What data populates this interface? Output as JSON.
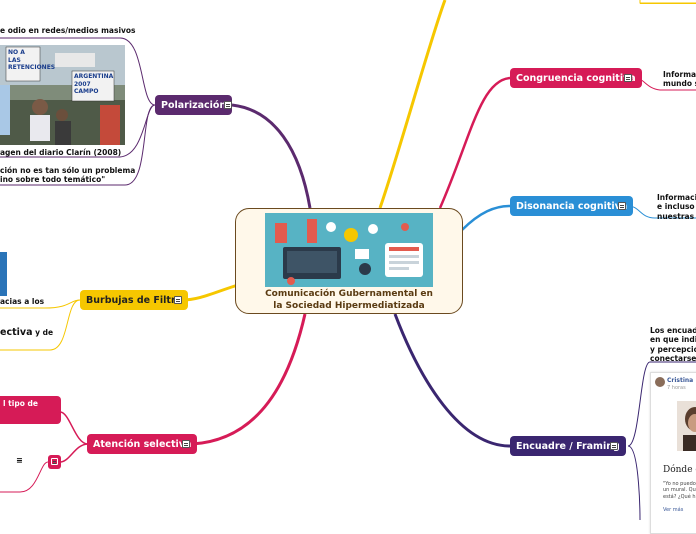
{
  "center": {
    "title_line1": "Comunicación Gubernamental en",
    "title_line2": "la Sociedad Hipermediatizada"
  },
  "nodes": {
    "polarizacion": "Polarización",
    "burbujas": "Burbujas de Filtro",
    "atencion": "Atención selectiva",
    "congruencia": "Congruencia cognitiva",
    "disonancia": "Disonancia cognitiva",
    "encuadre": "Encuadre / Framing"
  },
  "subtexts": {
    "odio": "e odio en redes/medios masivos",
    "clarin": "agen del diario Clarín (2008)",
    "problema_1": "ción no es tan sólo un problema",
    "problema_2": "ino sobre todo temático\"",
    "burbuja_1": "acias a los",
    "burbuja_2_main": "ectiva",
    "burbuja_2_rest": " y de",
    "atencion_1": "l tipo de",
    "atencion_mark": "≡",
    "congruencia_1": "Informac",
    "congruencia_2": "mundo s",
    "disonancia_1": "Informaci",
    "disonancia_2": "e incluso n",
    "disonancia_3": "nuestras c",
    "encuadre_1": "Los encuadr",
    "encuadre_2": "en que indivi",
    "encuadre_3": "y percepcion",
    "encuadre_4": "conectarse c"
  },
  "photo_signs": {
    "sign1": "NO A LAS RETENCIONES",
    "sign2": "ARGENTINA 2007 CAMPO"
  },
  "card": {
    "user": "Cristina",
    "time": "7 horas",
    "heading": "Dónde e",
    "quote_1": "\"Yo no puedo",
    "quote_2": "un mural. Qu",
    "quote_3": "está? ¿Qué h",
    "more": "Ver más"
  },
  "colors": {
    "purple": "#5b2a6e",
    "yellow": "#f6c700",
    "red": "#d61b57",
    "blue": "#2a8fd6",
    "navy": "#3a2670",
    "brown": "#6b4a1f"
  }
}
